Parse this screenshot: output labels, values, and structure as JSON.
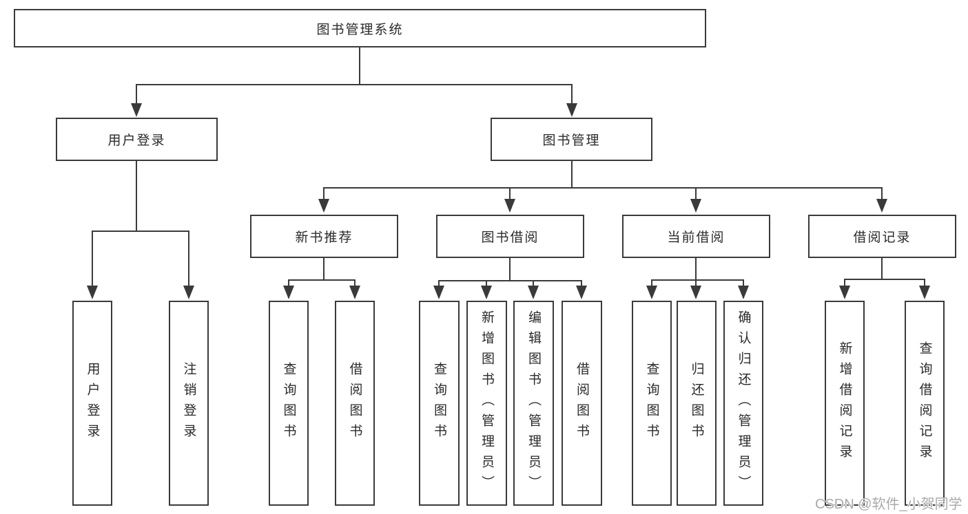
{
  "colors": {
    "line": "#3a3a3a",
    "text": "#2a2a2a",
    "watermark": "#aaaaaa",
    "background": "#ffffff"
  },
  "watermark": "CSDN @软件_小贺同学",
  "tree": {
    "root": {
      "label": "图书管理系统"
    },
    "level2": [
      {
        "label": "用户登录"
      },
      {
        "label": "图书管理"
      }
    ],
    "level3": [
      {
        "label": "新书推荐",
        "parent": "图书管理"
      },
      {
        "label": "图书借阅",
        "parent": "图书管理"
      },
      {
        "label": "当前借阅",
        "parent": "图书管理"
      },
      {
        "label": "借阅记录",
        "parent": "图书管理"
      }
    ],
    "leaves": [
      {
        "label": "用户登录",
        "parent": "用户登录"
      },
      {
        "label": "注销登录",
        "parent": "用户登录"
      },
      {
        "label": "查询图书",
        "parent": "新书推荐"
      },
      {
        "label": "借阅图书",
        "parent": "新书推荐"
      },
      {
        "label": "查询图书",
        "parent": "图书借阅"
      },
      {
        "label": "新增图书（管理员）",
        "parent": "图书借阅"
      },
      {
        "label": "编辑图书（管理员）",
        "parent": "图书借阅"
      },
      {
        "label": "借阅图书",
        "parent": "图书借阅"
      },
      {
        "label": "查询图书",
        "parent": "当前借阅"
      },
      {
        "label": "归还图书",
        "parent": "当前借阅"
      },
      {
        "label": "确认归还（管理员）",
        "parent": "当前借阅"
      },
      {
        "label": "新增借阅记录",
        "parent": "借阅记录"
      },
      {
        "label": "查询借阅记录",
        "parent": "借阅记录"
      }
    ]
  }
}
